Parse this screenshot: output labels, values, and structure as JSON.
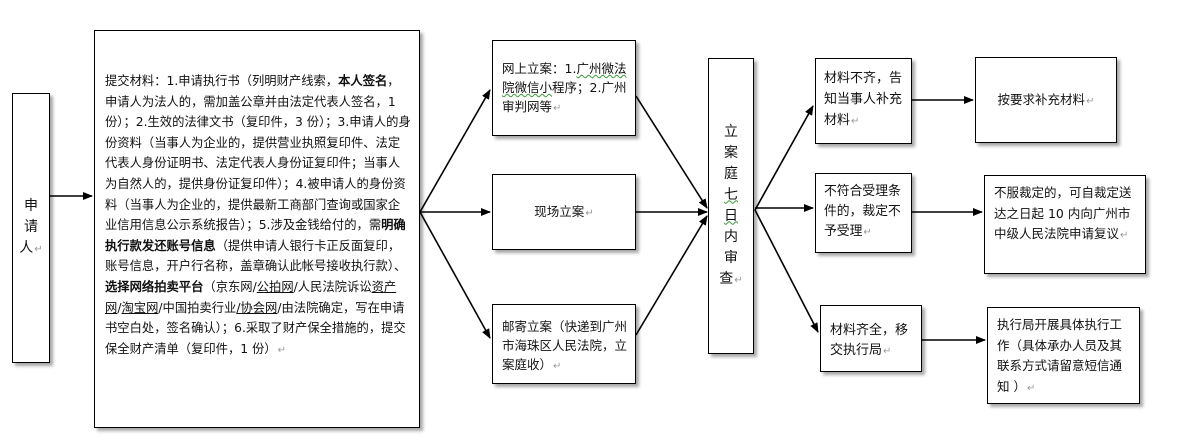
{
  "applicant": {
    "chars": [
      "申",
      "请",
      "人"
    ],
    "mark": "↵"
  },
  "materials": {
    "intro": "提交材料：",
    "item1_a": "1.申请执行书（列明财产线索，",
    "item1_bold": "本人签名",
    "item1_b": "，申请人为法人的，需加盖公章并由法定代表人签名，1 份）；",
    "item2": "2.生效的法律文书（复印件，3 份）；",
    "item3": "3.申请人的身份资料（当事人为企业的，提供营业执照复印件、法定代表人身份证明书、法定代表人身份证复印件；当事人为自然人的，提供身份证复印件）；",
    "item4": "4.被申请人的身份资料（当事人为企业的，提供最新工商部门查询或国家企业信用信息公示系统报告）；",
    "item5_a": "5.涉及金钱给付的，需",
    "item5_bold": "明确执行款发还账号信息",
    "item5_b": "（提供申请人银行卡正反面复印，账号信息，开户行名称，盖章确认此帐号接收执行款）、",
    "auction_bold": "选择网络拍卖平台",
    "auction_a": "（京东网/",
    "auction_u1": "公拍网",
    "auction_b": "/人民法院诉讼",
    "auction_u2": "资产网",
    "auction_c": "/",
    "auction_u3": "淘宝网",
    "auction_d": "/中国拍卖行业",
    "auction_u4": "/协会网",
    "auction_e": "/由法院确定，写在申请书空白处，签名确认）；",
    "item6": "6.采取了财产保全措施的，提交保全财产清单（复印件，1 份）",
    "mark": "↵"
  },
  "filing": {
    "online_a": "网上立案：1.",
    "online_link": "广州微法院微信小",
    "online_b": "程序；2.广州审判网等",
    "onsite": "现场立案",
    "mail": "邮寄立案（快递到广州市海珠区人民法院，立案庭收）",
    "mark": "↵"
  },
  "review": {
    "chars": [
      "立",
      "案",
      "庭",
      "七",
      "日",
      "内",
      "审",
      "查"
    ],
    "mark": "↵"
  },
  "outcomes": {
    "incomplete": "材料不齐，告知当事人补充材料",
    "reject": "不符合受理条件的，裁定不予受理",
    "complete": "材料齐全，移交执行局",
    "mark": "↵"
  },
  "next": {
    "supplement": "按要求补充材料",
    "appeal": "不服裁定的，可自裁定送达之日起 10 内向广州市中级人民法院申请复议",
    "execute": "执行局开展具体执行工作（具体承办人员及其联系方式请留意短信通知 ）",
    "mark": "↵"
  },
  "colors": {
    "line": "#000000",
    "border": "#000000",
    "shadow": "#595959",
    "spell_underline": "#3a9a3a"
  }
}
